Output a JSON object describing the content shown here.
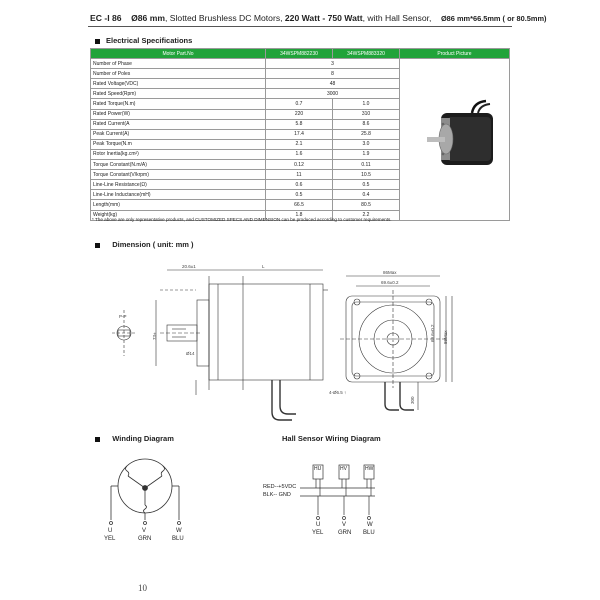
{
  "header": {
    "model": "EC -I 86",
    "size": "Ø86 mm",
    "type": ", Slotted Brushless DC Motors, ",
    "power": "220 Watt - 750 Watt",
    "sensor": ", with Hall Sensor,",
    "dims": "Ø86 mm*66.5mm ( or 80.5mm)"
  },
  "electrical": {
    "title": "Electrical Specifications",
    "headers": [
      "Motor Part.No",
      "34WSPM882230",
      "34WSPM883320",
      "Product Picture"
    ],
    "rows": [
      {
        "label": "Number of Phase",
        "v1": "3",
        "v2": "",
        "merged": true
      },
      {
        "label": "Number of Poles",
        "v1": "8",
        "v2": "",
        "merged": true
      },
      {
        "label": "Rated Voltage(VDC)",
        "v1": "48",
        "v2": "",
        "merged": true
      },
      {
        "label": "Rated Speed(Rpm)",
        "v1": "3000",
        "v2": "",
        "merged": true
      },
      {
        "label": "Rated Torque(N.m)",
        "v1": "0.7",
        "v2": "1.0",
        "merged": false
      },
      {
        "label": "Rated Power(W)",
        "v1": "220",
        "v2": "310",
        "merged": false
      },
      {
        "label": "Rated Current(A",
        "v1": "5.8",
        "v2": "8.6",
        "merged": false
      },
      {
        "label": "Peak Current(A)",
        "v1": "17.4",
        "v2": "25.8",
        "merged": false
      },
      {
        "label": "Peak Torque(N.m",
        "v1": "2.1",
        "v2": "3.0",
        "merged": false
      },
      {
        "label": "Rotor Inertia(kg.cm²)",
        "v1": "1.6",
        "v2": "1.9",
        "merged": false
      },
      {
        "label": "Torque Constant(N.m/A)",
        "v1": "0.12",
        "v2": "0.11",
        "merged": false
      },
      {
        "label": "Torque Constant(V/krpm)",
        "v1": "11",
        "v2": "10.5",
        "merged": false
      },
      {
        "label": "Line-Line Resistance(Ω)",
        "v1": "0.6",
        "v2": "0.5",
        "merged": false
      },
      {
        "label": "Line-Line Inductance(mH)",
        "v1": "0.5",
        "v2": "0.4",
        "merged": false
      },
      {
        "label": "Length(mm)",
        "v1": "66.5",
        "v2": "80.5",
        "merged": false
      },
      {
        "label": "Weight(kg)",
        "v1": "1.8",
        "v2": "2.2",
        "merged": false
      }
    ],
    "note": "* The above are only representative products, and CUSTOMIZED SPECS AND DIMENSION can be produced according to customer requirements."
  },
  "dimension": {
    "title": "Dimension  ( unit: mm )",
    "labels": {
      "l1": "20.6±1",
      "l2": "L",
      "l3": "86Max",
      "l4": "69.6±0.2",
      "l5": "69.6±0.2",
      "l6": "86Max",
      "l7": "4-Ø6.5 ↑",
      "l8": "300",
      "l9": "P-P",
      "l10": "73±",
      "l11": "Ø73",
      "l12": "Ø14"
    }
  },
  "winding": {
    "title": "Winding Diagram",
    "terminals": [
      "U",
      "V",
      "W"
    ],
    "colors": [
      "YEL",
      "GRN",
      "BLU"
    ]
  },
  "hall": {
    "title": "Hall Sensor Wiring Diagram",
    "sensors": [
      "HU",
      "HV",
      "HW"
    ],
    "red": "RED",
    "red_sig": "+5VDC",
    "blk": "BLK",
    "blk_sig": "GND",
    "terminals": [
      "U",
      "V",
      "W"
    ],
    "colors": [
      "YEL",
      "GRN",
      "BLU"
    ]
  },
  "page_number": "10",
  "colors": {
    "accent": "#21a33a"
  }
}
